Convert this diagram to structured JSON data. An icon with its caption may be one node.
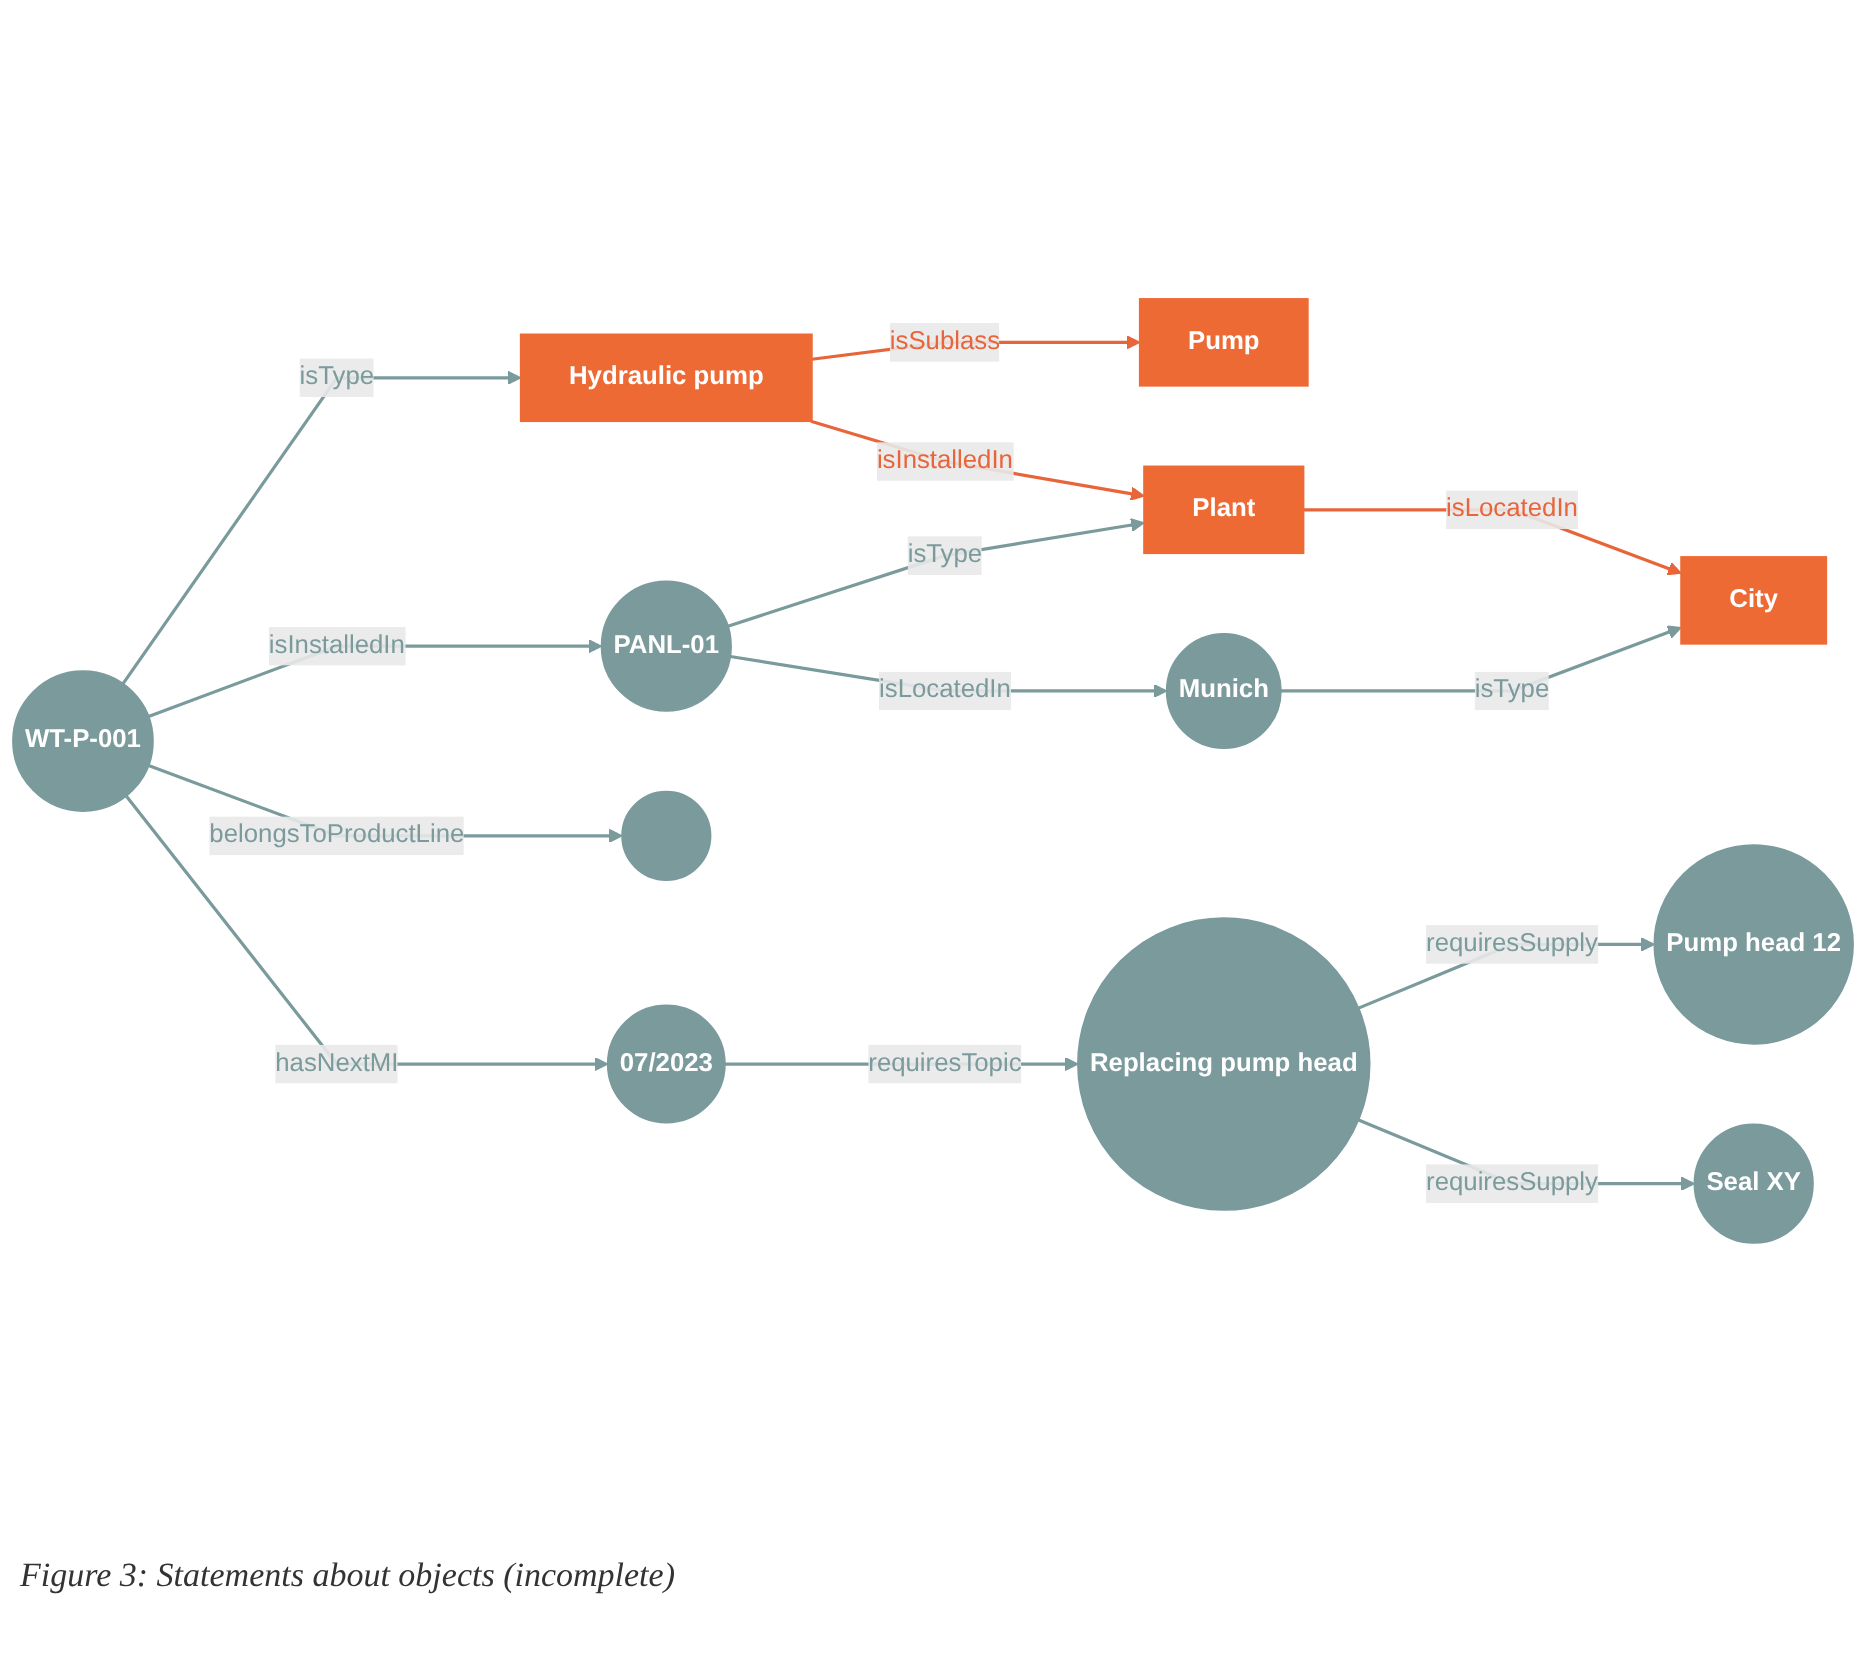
{
  "diagram": {
    "caption": "Figure 3: Statements about objects (incomplete)",
    "nodes": [
      {
        "text": [
          "Pump"
        ]
      },
      {
        "text": [
          "Hydraulic pump"
        ]
      },
      {
        "text": [
          "Plant"
        ]
      },
      {
        "text": [
          "City"
        ]
      },
      {
        "text": [
          "WT-P-001"
        ]
      },
      {
        "text": [
          "PANL-01"
        ]
      },
      {
        "text": [
          "Munich"
        ]
      },
      {
        "text": [],
        "shape": "circle"
      },
      {
        "text": [
          "07/2023"
        ]
      },
      {
        "text": [
          "Replacing pump head"
        ]
      },
      {
        "text": [
          "Pump head 12"
        ]
      },
      {
        "text": [
          "Seal XY"
        ]
      }
    ],
    "edges": [
      {
        "from": 1,
        "to": 0,
        "arrow": "to",
        "label": "isSublass",
        "color": "#e8643a"
      },
      {
        "from": 1,
        "to": 2,
        "arrow": "to",
        "label": "isInstalledIn",
        "color": "#e8643a"
      },
      {
        "from": 2,
        "to": 3,
        "arrow": "to",
        "label": "isLocatedIn",
        "color": "#e8643a"
      },
      {
        "from": 4,
        "to": 1,
        "arrow": "to",
        "label": "isType"
      },
      {
        "from": 5,
        "to": 2,
        "arrow": "to",
        "label": "isType"
      },
      {
        "from": 6,
        "to": 3,
        "arrow": "to",
        "label": "isType"
      },
      {
        "from": 4,
        "to": 5,
        "arrow": "to",
        "label": "isInstalledIn"
      },
      {
        "from": 5,
        "to": 6,
        "arrow": "to",
        "label": "isLocatedIn"
      },
      {
        "from": 4,
        "to": 7,
        "arrow": "to",
        "label": "belongsToProductLine"
      },
      {
        "from": 4,
        "to": 8,
        "arrow": "to",
        "label": "hasNextMI"
      },
      {
        "from": 8,
        "to": 9,
        "arrow": "to",
        "label": "requiresTopic"
      },
      {
        "from": 9,
        "to": 10,
        "arrow": "to",
        "label": "requiresSupply"
      },
      {
        "from": 9,
        "to": 11,
        "arrow": "to",
        "label": "requiresSupply"
      }
    ]
  }
}
